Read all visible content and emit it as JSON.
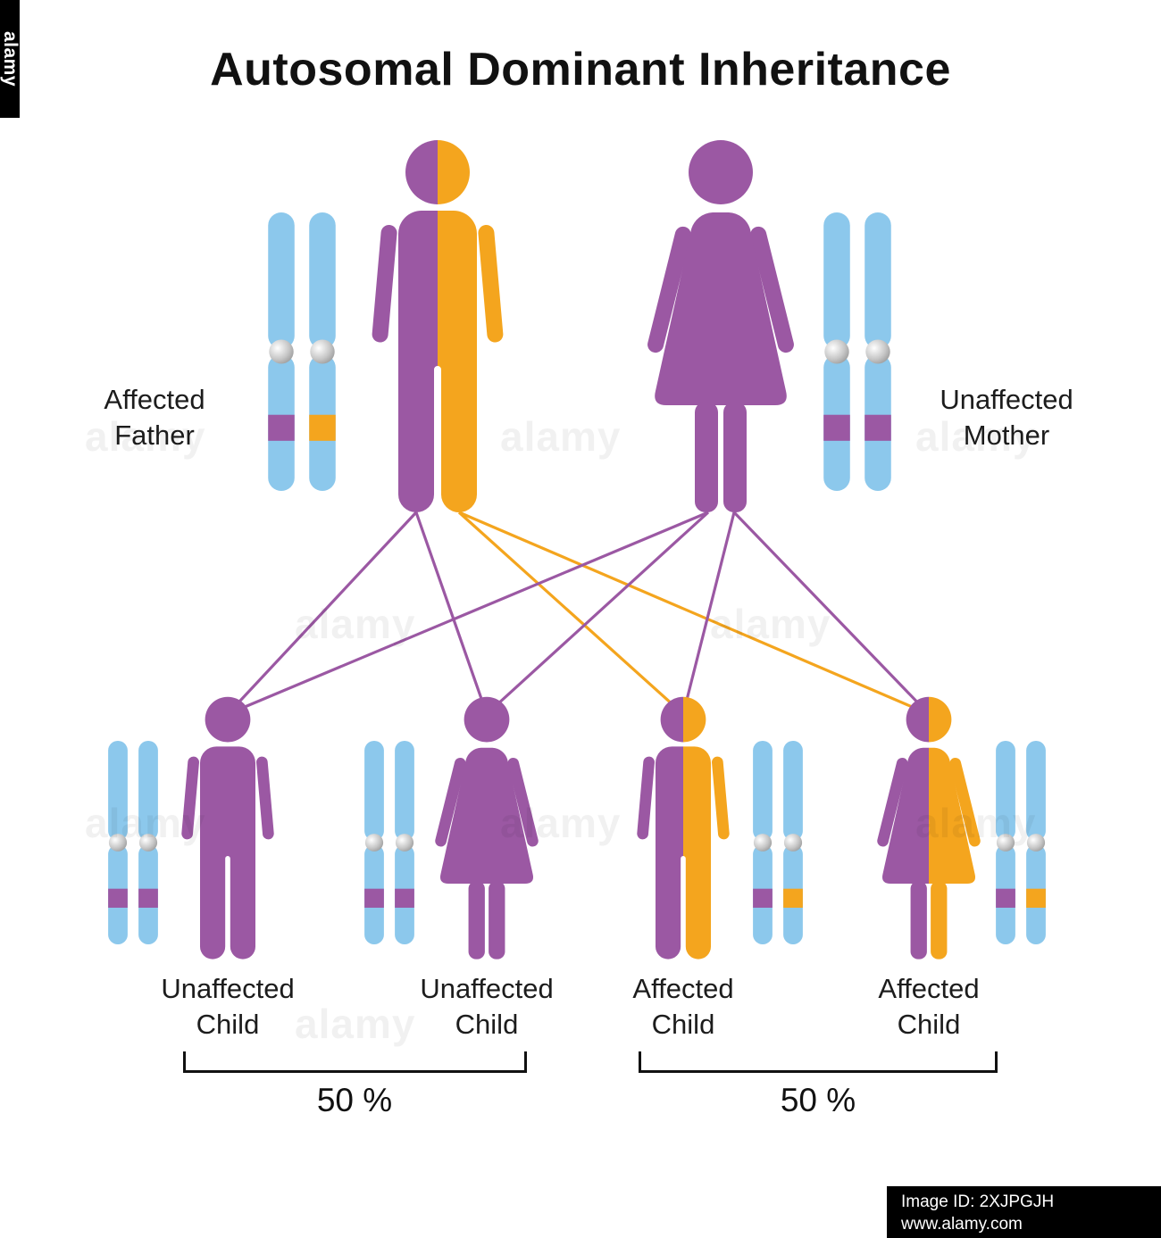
{
  "title": "Autosomal Dominant Inheritance",
  "colors": {
    "purple": "#9b58a3",
    "orange": "#f4a51e",
    "chromosome_blue": "#8cc8ec",
    "centromere_silver": "#c6c6c6",
    "text": "#111111"
  },
  "parents": {
    "father": {
      "label_line1": "Affected",
      "label_line2": "Father",
      "sex": "male",
      "status": "affected",
      "figure": "half-purple-half-orange-male-icon",
      "band_colors": [
        "#9b58a3",
        "#f4a51e"
      ]
    },
    "mother": {
      "label_line1": "Unaffected",
      "label_line2": "Mother",
      "sex": "female",
      "status": "unaffected",
      "figure": "purple-female-icon",
      "band_colors": [
        "#9b58a3",
        "#9b58a3"
      ]
    }
  },
  "children": [
    {
      "label_line1": "Unaffected",
      "label_line2": "Child",
      "sex": "male",
      "status": "unaffected",
      "figure": "purple-male-icon",
      "band_colors": [
        "#9b58a3",
        "#9b58a3"
      ]
    },
    {
      "label_line1": "Unaffected",
      "label_line2": "Child",
      "sex": "female",
      "status": "unaffected",
      "figure": "purple-female-icon",
      "band_colors": [
        "#9b58a3",
        "#9b58a3"
      ]
    },
    {
      "label_line1": "Affected",
      "label_line2": "Child",
      "sex": "male",
      "status": "affected",
      "figure": "half-purple-half-orange-male-icon",
      "band_colors": [
        "#9b58a3",
        "#f4a51e"
      ]
    },
    {
      "label_line1": "Affected",
      "label_line2": "Child",
      "sex": "female",
      "status": "affected",
      "figure": "half-purple-half-orange-female-icon",
      "band_colors": [
        "#9b58a3",
        "#f4a51e"
      ]
    }
  ],
  "probabilities": [
    {
      "label": "50 %"
    },
    {
      "label": "50 %"
    }
  ],
  "watermark": {
    "brand": "alamy",
    "image_id_label": "Image ID: 2XJPGJH",
    "website": "www.alamy.com"
  }
}
